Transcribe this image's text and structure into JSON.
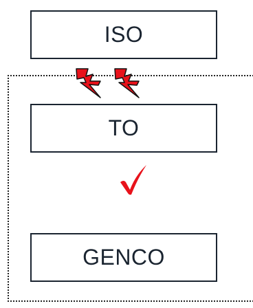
{
  "diagram": {
    "nodes": {
      "iso": "ISO",
      "to": "TO",
      "genco": "GENCO"
    },
    "icons": {
      "bolts": [
        "lightning-bolt-icon",
        "lightning-bolt-icon"
      ],
      "check": "checkmark-icon"
    },
    "colors": {
      "box_border": "#1a2430",
      "text": "#1a2430",
      "bolt_fill": "#e8121b",
      "bolt_outline": "#111111",
      "check": "#e8121b",
      "boundary": "#222222"
    }
  }
}
